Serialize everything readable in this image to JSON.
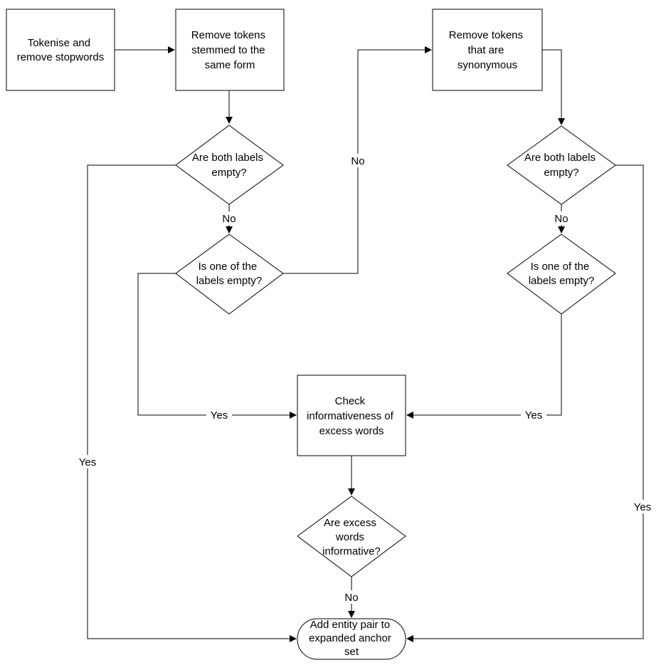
{
  "nodes": {
    "tokenise": [
      "Tokenise and",
      "remove stopwords"
    ],
    "remove_stemmed": [
      "Remove tokens",
      "stemmed to the",
      "same form"
    ],
    "remove_synonymous": [
      "Remove tokens",
      "that are",
      "synonymous"
    ],
    "both_empty_left": [
      "Are both labels",
      "empty?"
    ],
    "one_empty_left": [
      "Is one of the",
      "labels empty?"
    ],
    "both_empty_right": [
      "Are both labels",
      "empty?"
    ],
    "one_empty_right": [
      "Is one of the",
      "labels empty?"
    ],
    "check_informativeness": [
      "Check",
      "informativeness of",
      "excess words"
    ],
    "excess_informative": [
      "Are excess",
      "words",
      "informative?"
    ],
    "add_pair": [
      "Add entity pair to",
      "expanded anchor",
      "set"
    ]
  },
  "edge_labels": {
    "no_left": "No",
    "no_to_synonymous": "No",
    "no_right": "No",
    "yes_left_check": "Yes",
    "yes_right_check": "Yes",
    "yes_far_left": "Yes",
    "yes_far_right": "Yes",
    "no_bottom": "No"
  }
}
